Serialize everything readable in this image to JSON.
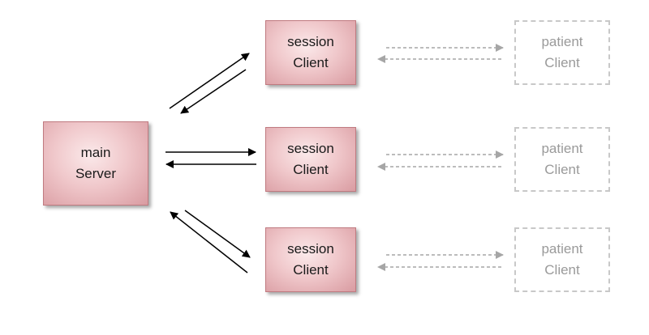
{
  "server": {
    "line1": "main",
    "line2": "Server"
  },
  "sessions": [
    {
      "line1": "session",
      "line2": "Client"
    },
    {
      "line1": "session",
      "line2": "Client"
    },
    {
      "line1": "session",
      "line2": "Client"
    }
  ],
  "patients": [
    {
      "line1": "patient",
      "line2": "Client"
    },
    {
      "line1": "patient",
      "line2": "Client"
    },
    {
      "line1": "patient",
      "line2": "Client"
    }
  ],
  "colors": {
    "server_session_arrow": "#000000",
    "session_patient_arrow": "#a6a6a6"
  }
}
